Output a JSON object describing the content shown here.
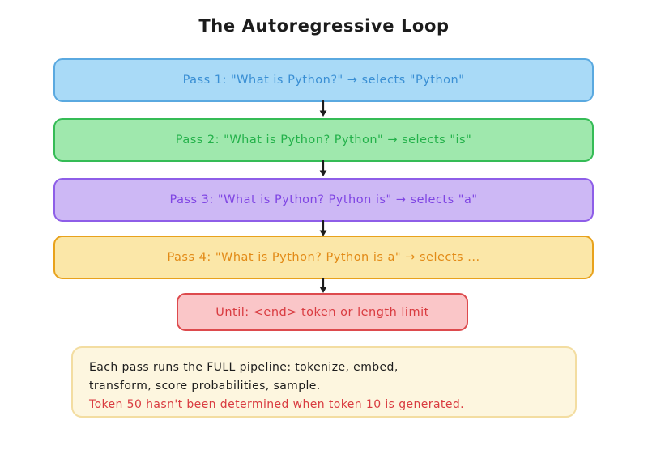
{
  "page": {
    "title": "The Autoregressive Loop",
    "background": "#ffffff"
  },
  "steps": [
    {
      "name": "pass-1",
      "text": "Pass 1:  \"What is Python?\"  →  selects \"Python\"",
      "fill": "#a9daf7",
      "stroke": "#5aa9e0",
      "text_color": "#3a8fd4"
    },
    {
      "name": "pass-2",
      "text": "Pass 2:  \"What is Python? Python\"  →  selects \"is\"",
      "fill": "#9fe8ad",
      "stroke": "#35bc56",
      "text_color": "#23b14a"
    },
    {
      "name": "pass-3",
      "text": "Pass 3:  \"What is Python? Python is\"  →  selects \"a\"",
      "fill": "#cdb8f5",
      "stroke": "#8e5ee8",
      "text_color": "#7f45e3"
    },
    {
      "name": "pass-4",
      "text": "Pass 4:  \"What is Python? Python is a\"  →  selects ...",
      "fill": "#fbe7a8",
      "stroke": "#e8a21c",
      "text_color": "#e28a16"
    }
  ],
  "terminator": {
    "text": "Until: <end> token or length limit",
    "fill": "#fac6c8",
    "stroke": "#dd4a4d",
    "text_color": "#d93b40"
  },
  "note": {
    "line1": "Each pass runs the FULL pipeline: tokenize, embed,",
    "line2": "transform, score probabilities, sample.",
    "line3": "Token 50 hasn't been determined when token 10 is generated.",
    "fill": "#fdf6df",
    "stroke": "#f3dda1",
    "text_color": "#1c1c1c",
    "warn_color": "#d93b40"
  },
  "arrows": {
    "count": 4,
    "color": "#1c1c1c",
    "direction": "down"
  }
}
